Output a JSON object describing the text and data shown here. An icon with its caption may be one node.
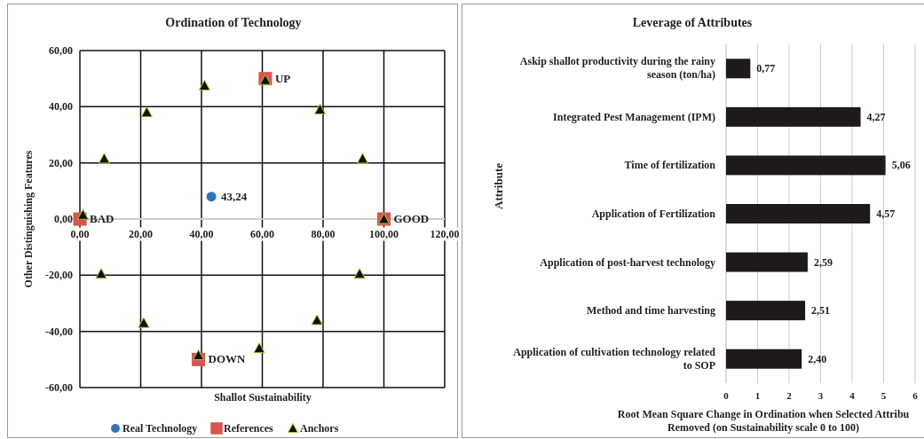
{
  "diagram": {
    "chart_data": [
      {
        "type": "scatter",
        "title": "Ordination of Technology",
        "xlabel": "Shallot Sustainability",
        "ylabel": "Other Distinguishing Features",
        "xlim": [
          0,
          120
        ],
        "ylim": [
          -60,
          60
        ],
        "xticks": [
          {
            "value": 0,
            "label": "0,00"
          },
          {
            "value": 20,
            "label": "20,00"
          },
          {
            "value": 40,
            "label": "40,00"
          },
          {
            "value": 60,
            "label": "60,00"
          },
          {
            "value": 80,
            "label": "80,00"
          },
          {
            "value": 100,
            "label": "100,00"
          },
          {
            "value": 120,
            "label": "120,00"
          }
        ],
        "yticks": [
          {
            "value": 60,
            "label": "60,00"
          },
          {
            "value": 40,
            "label": "40,00"
          },
          {
            "value": 20,
            "label": "20,00"
          },
          {
            "value": 0,
            "label": "0,00"
          },
          {
            "value": -20,
            "label": "-20,00"
          },
          {
            "value": -40,
            "label": "-40,00"
          },
          {
            "value": -60,
            "label": "-60,00"
          }
        ],
        "series": [
          {
            "name": "Real Technology",
            "color": "#2e75b6",
            "marker": "circle",
            "x": [
              43.24
            ],
            "values": [
              8
            ]
          },
          {
            "name": "References",
            "color": "#d9534f",
            "marker": "square",
            "x": [
              0,
              100,
              61,
              39
            ],
            "values": [
              0,
              0,
              50,
              -50
            ]
          },
          {
            "name": "Anchors",
            "color": "#111111",
            "marker": "triangle",
            "x": [
              1,
              8,
              22,
              41,
              61,
              79,
              93,
              100,
              92,
              78,
              59,
              39,
              21,
              7
            ],
            "values": [
              1.5,
              21.5,
              38,
              47.5,
              49.5,
              39,
              21.5,
              0,
              -19.5,
              -36,
              -46,
              -48.5,
              -37,
              -19.5
            ]
          }
        ],
        "grid": true,
        "legend": "bottom",
        "annotations": [
          {
            "text": "43,24",
            "x": 43.24,
            "y": 8
          },
          {
            "text": "UP",
            "x": 61,
            "y": 50
          },
          {
            "text": "BAD",
            "x": 0,
            "y": 0
          },
          {
            "text": "GOOD",
            "x": 100,
            "y": 0
          },
          {
            "text": "DOWN",
            "x": 39,
            "y": -50
          }
        ]
      },
      {
        "type": "bar",
        "orientation": "horizontal",
        "title": "Leverage of Attributes",
        "xlabel": "Root Mean Square Change in Ordination when Selected Attribu Removed (on Sustainability scale 0 to 100)",
        "ylabel": "Attribute",
        "xlim": [
          0,
          6
        ],
        "xticks": [
          0,
          1,
          2,
          3,
          4,
          5,
          6
        ],
        "categories": [
          "Askip shallot productivity during the rainy season (ton/ha)",
          "Integrated Pest Management (IPM)",
          "Time of fertilization",
          "Application of Fertilization",
          "Application of post-harvest technology",
          "Method and time harvesting",
          "Application of cultivation technology related to SOP"
        ],
        "series": [
          {
            "color": "#1e1a1a",
            "values": [
              0.77,
              4.27,
              5.06,
              4.57,
              2.59,
              2.51,
              2.4
            ]
          }
        ],
        "grid": true,
        "value_labels": [
          "0,77",
          "4,27",
          "5,06",
          "4,57",
          "2,59",
          "2,51",
          "2,40"
        ]
      }
    ]
  }
}
